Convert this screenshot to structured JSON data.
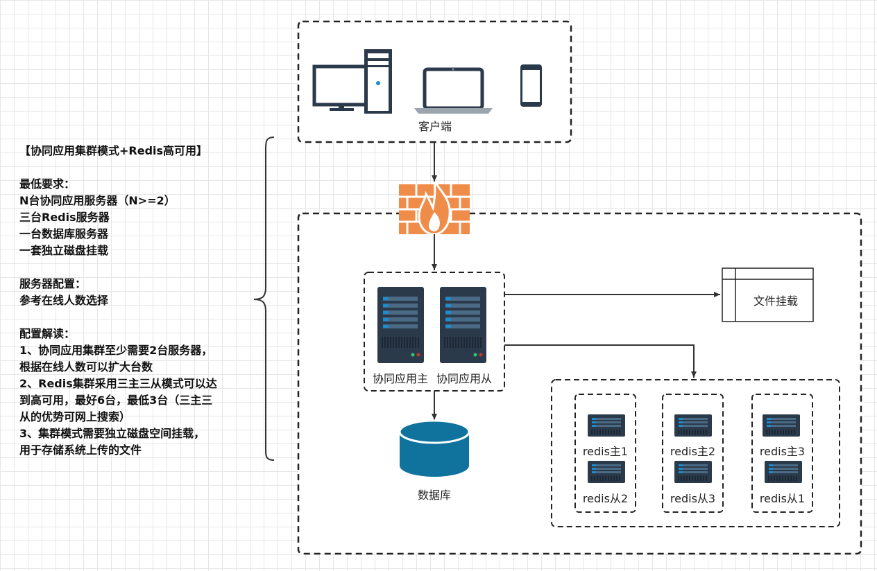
{
  "note": {
    "title": "【协同应用集群模式+Redis高可用】",
    "min_req_title": "最低要求：",
    "min_req": [
      "N台协同应用服务器（N>=2）",
      "三台Redis服务器",
      "一台数据库服务器",
      "一套独立磁盘挂载"
    ],
    "config_title": "服务器配置：",
    "config": [
      "参考在线人数选择"
    ],
    "explain_title": "配置解读：",
    "explain": [
      "1、协同应用集群至少需要2台服务器，",
      "根据在线人数可以扩大台数",
      "2、Redis集群采用三主三从模式可以达",
      "到高可用，最好6台，最低3台（三主三",
      "从的优势可网上搜索）",
      "3、集群模式需要独立磁盘空间挂载，",
      "用于存储系统上传的文件"
    ]
  },
  "labels": {
    "client": "客户端",
    "app_master": "协同应用主",
    "app_slave": "协同应用从",
    "file_mount": "文件挂载",
    "database": "数据库",
    "redis": [
      "redis主1",
      "redis从2",
      "redis主2",
      "redis从3",
      "redis主3",
      "redis从1"
    ]
  },
  "icons": {
    "client_devices": [
      "desktop-pc-icon",
      "laptop-icon",
      "smartphone-icon"
    ],
    "firewall": "firewall-icon",
    "app_servers": "server-rack-icon",
    "file_mount": "file-storage-icon",
    "database": "database-cylinder-icon",
    "redis": "redis-server-icon"
  },
  "colors": {
    "firewall": "#f08c4a",
    "server_dark": "#2b3a4a",
    "server_accent": "#1a8ccf",
    "database": "#10739e",
    "line": "#333333"
  }
}
